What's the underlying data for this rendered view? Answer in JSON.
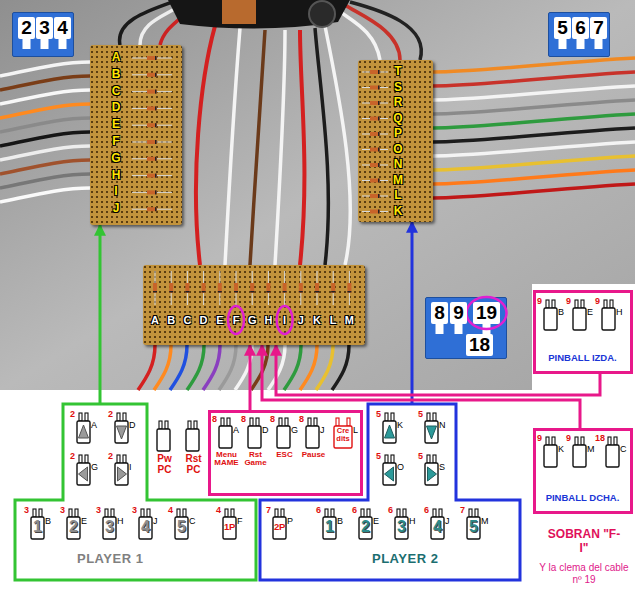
{
  "diagram": {
    "nodes": [
      {
        "text": [
          "2",
          "3",
          "4"
        ]
      },
      {
        "text": [
          "5",
          "6",
          "7"
        ]
      },
      {
        "text": [
          "A",
          "B",
          "C",
          "D",
          "E",
          "F",
          "G",
          "H",
          "I",
          "J"
        ]
      },
      {
        "text": [
          "T",
          "S",
          "R",
          "Q",
          "P",
          "O",
          "N",
          "M",
          "L",
          "K"
        ]
      },
      {
        "text": [
          "A",
          "B",
          "C",
          "D",
          "E",
          "F",
          "G",
          "H",
          "I",
          "J",
          "K",
          "L",
          "M"
        ]
      },
      {
        "text": [
          "8",
          "9",
          "19",
          "18"
        ]
      },
      {
        "text": [
          "PINBALL IZDA."
        ]
      },
      {
        "text": [
          "9",
          "B"
        ],
        "in": 6
      },
      {
        "text": [
          "9",
          "E"
        ],
        "in": 6
      },
      {
        "text": [
          "9",
          "H"
        ],
        "in": 6
      },
      {
        "text": []
      },
      {
        "text": [
          "2",
          "A"
        ],
        "in": 10
      },
      {
        "text": [
          "2",
          "D"
        ],
        "in": 10
      },
      {
        "text": [
          "2",
          "G"
        ],
        "in": 10
      },
      {
        "text": [
          "2",
          "I"
        ],
        "in": 10
      },
      {
        "text": []
      },
      {
        "text": [
          "5",
          "K"
        ],
        "in": 15
      },
      {
        "text": [
          "5",
          "N"
        ],
        "in": 15
      },
      {
        "text": [
          "5",
          "O"
        ],
        "in": 15
      },
      {
        "text": [
          "5",
          "S"
        ],
        "in": 15
      },
      {
        "text": [
          "Pw PC"
        ]
      },
      {
        "text": [
          "Rst PC"
        ]
      },
      {
        "text": []
      },
      {
        "text": [
          "8",
          "A",
          "Menu MAME"
        ],
        "in": 22
      },
      {
        "text": [
          "8",
          "D",
          "Rst Game"
        ],
        "in": 22
      },
      {
        "text": [
          "8",
          "G",
          "ESC"
        ],
        "in": 22
      },
      {
        "text": [
          "8",
          "J",
          "Pause"
        ],
        "in": 22
      },
      {
        "text": [
          "Cre dits",
          "L"
        ],
        "in": 22
      },
      {
        "text": [
          "PINBALL DCHA."
        ]
      },
      {
        "text": [
          "9",
          "K"
        ],
        "in": 28
      },
      {
        "text": [
          "9",
          "M"
        ],
        "in": 28
      },
      {
        "text": [
          "18",
          "C"
        ],
        "in": 28
      },
      {
        "text": [
          "PLAYER 1"
        ]
      },
      {
        "text": [
          "3",
          "1",
          "B"
        ],
        "in": 32
      },
      {
        "text": [
          "3",
          "2",
          "E"
        ],
        "in": 32
      },
      {
        "text": [
          "3",
          "3",
          "H"
        ],
        "in": 32
      },
      {
        "text": [
          "3",
          "4",
          "J"
        ],
        "in": 32
      },
      {
        "text": [
          "4",
          "5",
          "C"
        ],
        "in": 32
      },
      {
        "text": [
          "4",
          "1P",
          "F"
        ],
        "in": 32
      },
      {
        "text": [
          "PLAYER 2"
        ]
      },
      {
        "text": [
          "7",
          "2P",
          "P"
        ],
        "in": 39
      },
      {
        "text": [
          "6",
          "1",
          "B"
        ],
        "in": 39
      },
      {
        "text": [
          "6",
          "2",
          "E"
        ],
        "in": 39
      },
      {
        "text": [
          "6",
          "3",
          "H"
        ],
        "in": 39
      },
      {
        "text": [
          "6",
          "4",
          "J"
        ],
        "in": 39
      },
      {
        "text": [
          "7",
          "5",
          "M"
        ],
        "in": 39
      }
    ],
    "edges": [
      {
        "from": 10,
        "to": 2,
        "arrow": "to"
      },
      {
        "from": 15,
        "to": 3,
        "arrow": "to"
      },
      {
        "from": 22,
        "to": 4,
        "arrow": "to"
      },
      {
        "from": 6,
        "to": 4,
        "arrow": "to"
      },
      {
        "from": 28,
        "to": 4,
        "arrow": "to"
      }
    ],
    "labels": [
      "SOBRAN \"F-I\"",
      "Y la clema del cable nº 19"
    ]
  }
}
